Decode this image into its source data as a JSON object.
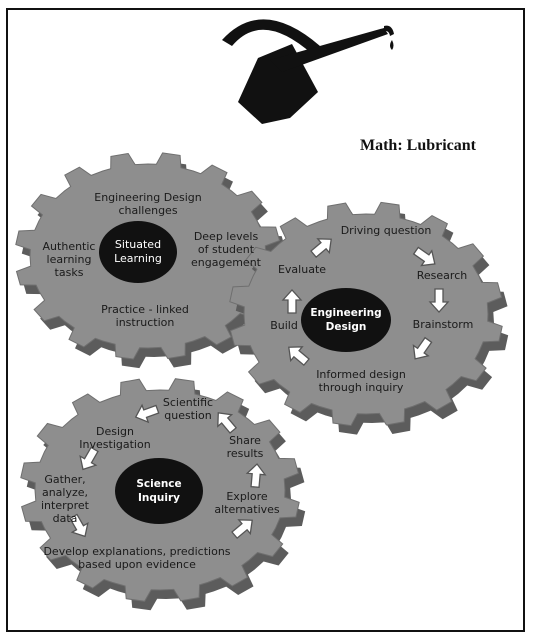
{
  "math": {
    "label": "Math: Lubricant",
    "icon": "oil-can-icon"
  },
  "situated": {
    "center": "Situated\nLearning",
    "items": [
      "Engineering Design\nchallenges",
      "Deep levels\nof student\nengagement",
      "Practice - linked\ninstruction",
      "Authentic\nlearning\ntasks"
    ]
  },
  "engineering": {
    "center": "Engineering\nDesign",
    "items": [
      "Driving question",
      "Research",
      "Brainstorm",
      "Informed design\nthrough inquiry",
      "Build",
      "Evaluate"
    ]
  },
  "science": {
    "center": "Science\nInquiry",
    "items": [
      "Scientific\nquestion",
      "Share\nresults",
      "Explore\nalternatives",
      "Develop explanations, predictions\nbased upon evidence",
      "Gather,\nanalyze,\ninterpret data",
      "Design\nInvestigation"
    ]
  },
  "colors": {
    "gear_face": "#8e8e8e",
    "gear_side": "#5c5c5c",
    "hub": "#111111",
    "arrow_fill": "#ffffff",
    "arrow_stroke": "#555555"
  }
}
